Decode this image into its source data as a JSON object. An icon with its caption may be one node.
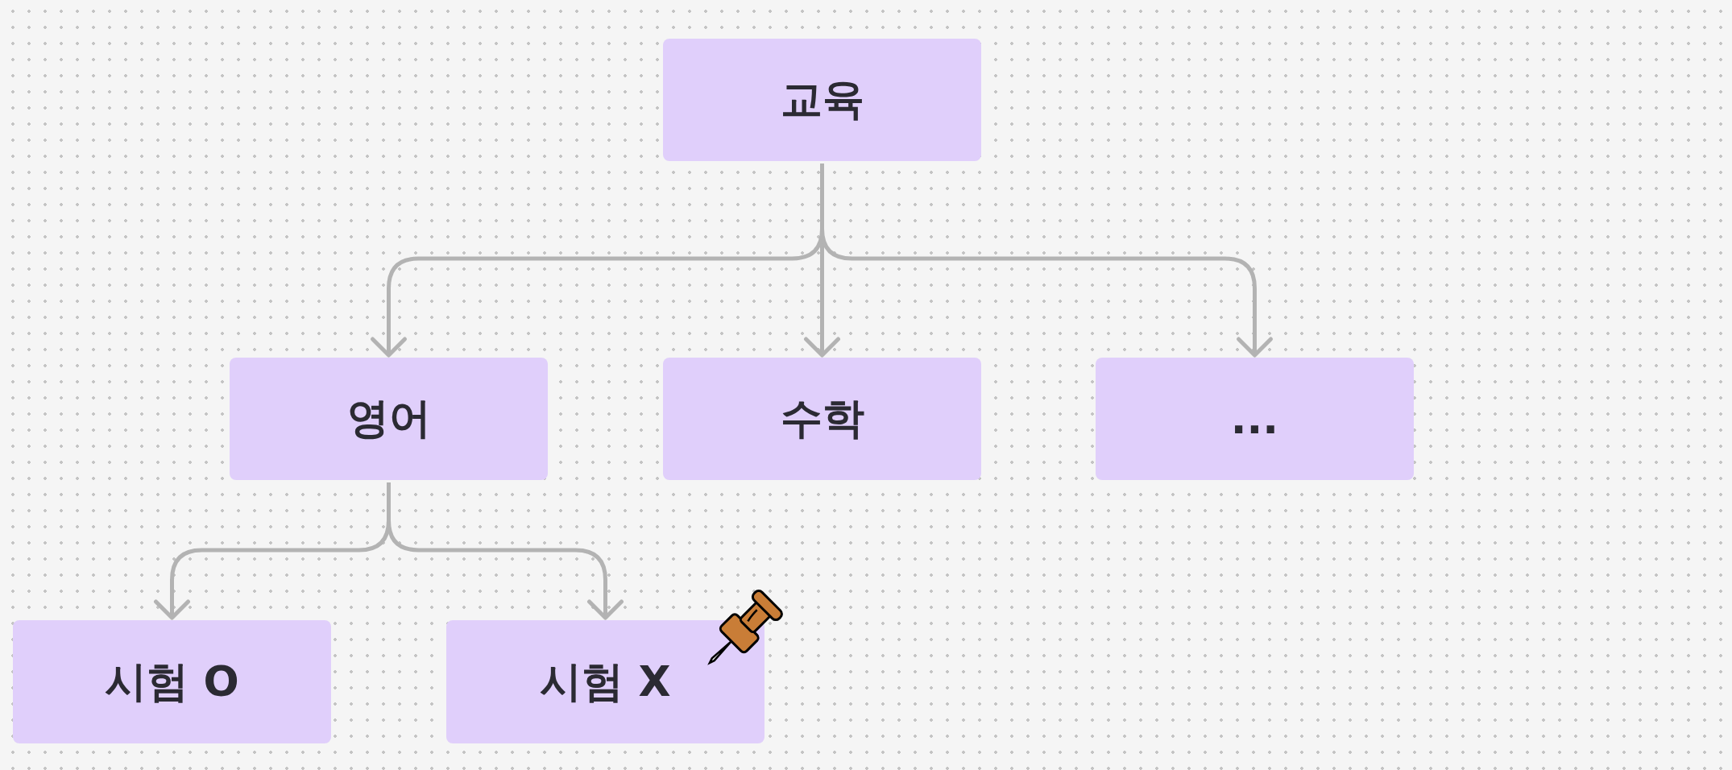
{
  "diagram": {
    "nodes": [
      {
        "text": [
          "교육"
        ]
      },
      {
        "text": [
          "영어"
        ]
      },
      {
        "text": [
          "수학"
        ]
      },
      {
        "text": [
          "..."
        ]
      },
      {
        "text": [
          "시험 O"
        ]
      },
      {
        "text": [
          "시험 X"
        ]
      }
    ],
    "edges": [
      {
        "from": 0,
        "to": 1,
        "arrow": "to"
      },
      {
        "from": 0,
        "to": 2,
        "arrow": "to"
      },
      {
        "from": 0,
        "to": 3,
        "arrow": "to"
      },
      {
        "from": 1,
        "to": 4,
        "arrow": "to"
      },
      {
        "from": 1,
        "to": 5,
        "arrow": "to"
      }
    ]
  }
}
